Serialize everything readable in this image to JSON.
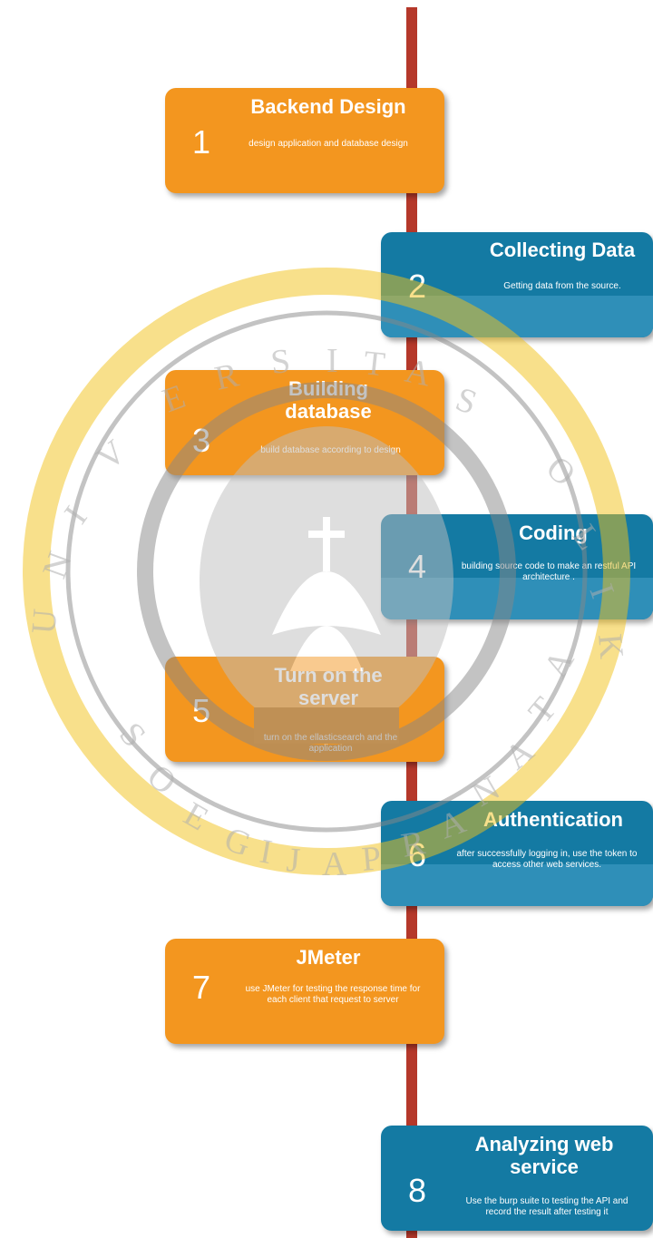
{
  "steps": [
    {
      "number": "1",
      "title": "Backend Design",
      "description": "design application and database design"
    },
    {
      "number": "2",
      "title": "Collecting Data",
      "description": "Getting data from the source."
    },
    {
      "number": "3",
      "title": "Building database",
      "description": "build database according to design"
    },
    {
      "number": "4",
      "title": "Coding",
      "description": "building source code to make an restful API architecture ."
    },
    {
      "number": "5",
      "title": "Turn on the server",
      "description": "turn on the ellasticsearch and the application"
    },
    {
      "number": "6",
      "title": "Authentication",
      "description": "after successfully logging in, use the token to access other web services."
    },
    {
      "number": "7",
      "title": "JMeter",
      "description": "use JMeter for testing the response time for each client that request to server"
    },
    {
      "number": "8",
      "title": "Analyzing web service",
      "description": "Use the burp suite to testing the API and record the result after testing it"
    }
  ],
  "watermark": {
    "text": "UNIVERSITAS KATOLIK SOEGIJAPRANATA",
    "color": "#f2c21a"
  },
  "colors": {
    "orange": "#f3961f",
    "blue": "#147aa3",
    "line": "#b5382a"
  }
}
